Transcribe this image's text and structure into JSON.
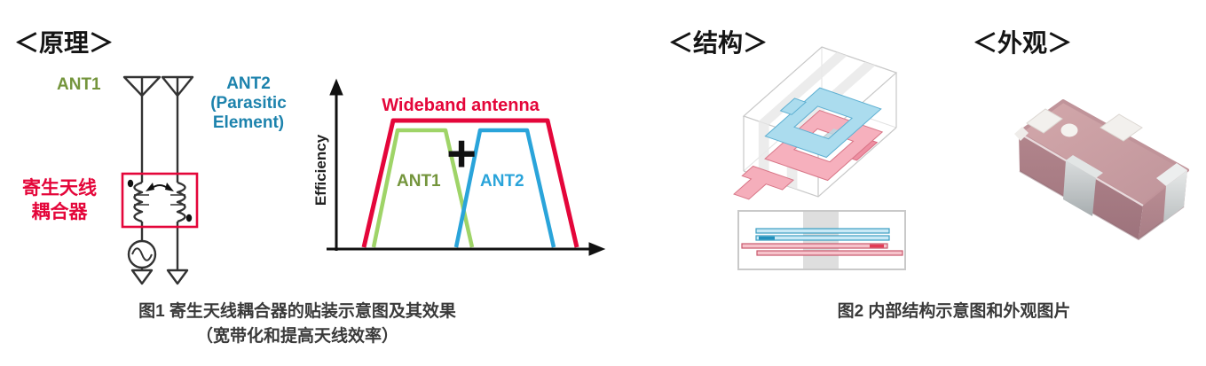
{
  "colors": {
    "accent_red": "#e4063a",
    "line_green": "#9fd468",
    "line_blue": "#2aa4da",
    "text_green": "#74953c",
    "text_teal": "#1d83ad",
    "ink": "#151515",
    "caption_ink": "#3a3a3a"
  },
  "principle": {
    "heading": "＜原理＞",
    "ant1_label": "ANT1",
    "ant2_label": "ANT2\n(Parasitic\nElement)",
    "coupler_label": "寄生天线\n耦合器"
  },
  "figure1": {
    "caption_line1": "图1 寄生天线耦合器的贴装示意图及其效果",
    "caption_line2": "（宽带化和提高天线效率）"
  },
  "structure": {
    "heading": "＜结构＞"
  },
  "appearance": {
    "heading": "＜外观＞"
  },
  "figure2": {
    "caption": "图2 内部结构示意图和外观图片"
  },
  "chart_data": {
    "type": "line",
    "title": "",
    "xlabel": "",
    "ylabel": "Efficiency",
    "axis_ticks": "none (conceptual plot)",
    "legend_position": "labels inside plot",
    "series": [
      {
        "name": "Wideband antenna",
        "color": "#e4063a",
        "shape": "trapezoid",
        "points_norm_xy": [
          [
            0.13,
            0.0
          ],
          [
            0.24,
            0.97
          ],
          [
            0.82,
            0.97
          ],
          [
            0.93,
            0.0
          ]
        ]
      },
      {
        "name": "ANT1",
        "color": "#9fd468",
        "shape": "trapezoid",
        "points_norm_xy": [
          [
            0.17,
            0.0
          ],
          [
            0.26,
            0.9
          ],
          [
            0.44,
            0.9
          ],
          [
            0.54,
            0.0
          ]
        ]
      },
      {
        "name": "ANT2",
        "color": "#2aa4da",
        "shape": "trapezoid",
        "points_norm_xy": [
          [
            0.48,
            0.0
          ],
          [
            0.57,
            0.9
          ],
          [
            0.75,
            0.9
          ],
          [
            0.85,
            0.0
          ]
        ]
      }
    ],
    "annotations": [
      {
        "text": "+",
        "meaning": "ANT1 plus ANT2 combine into wideband antenna"
      }
    ]
  }
}
